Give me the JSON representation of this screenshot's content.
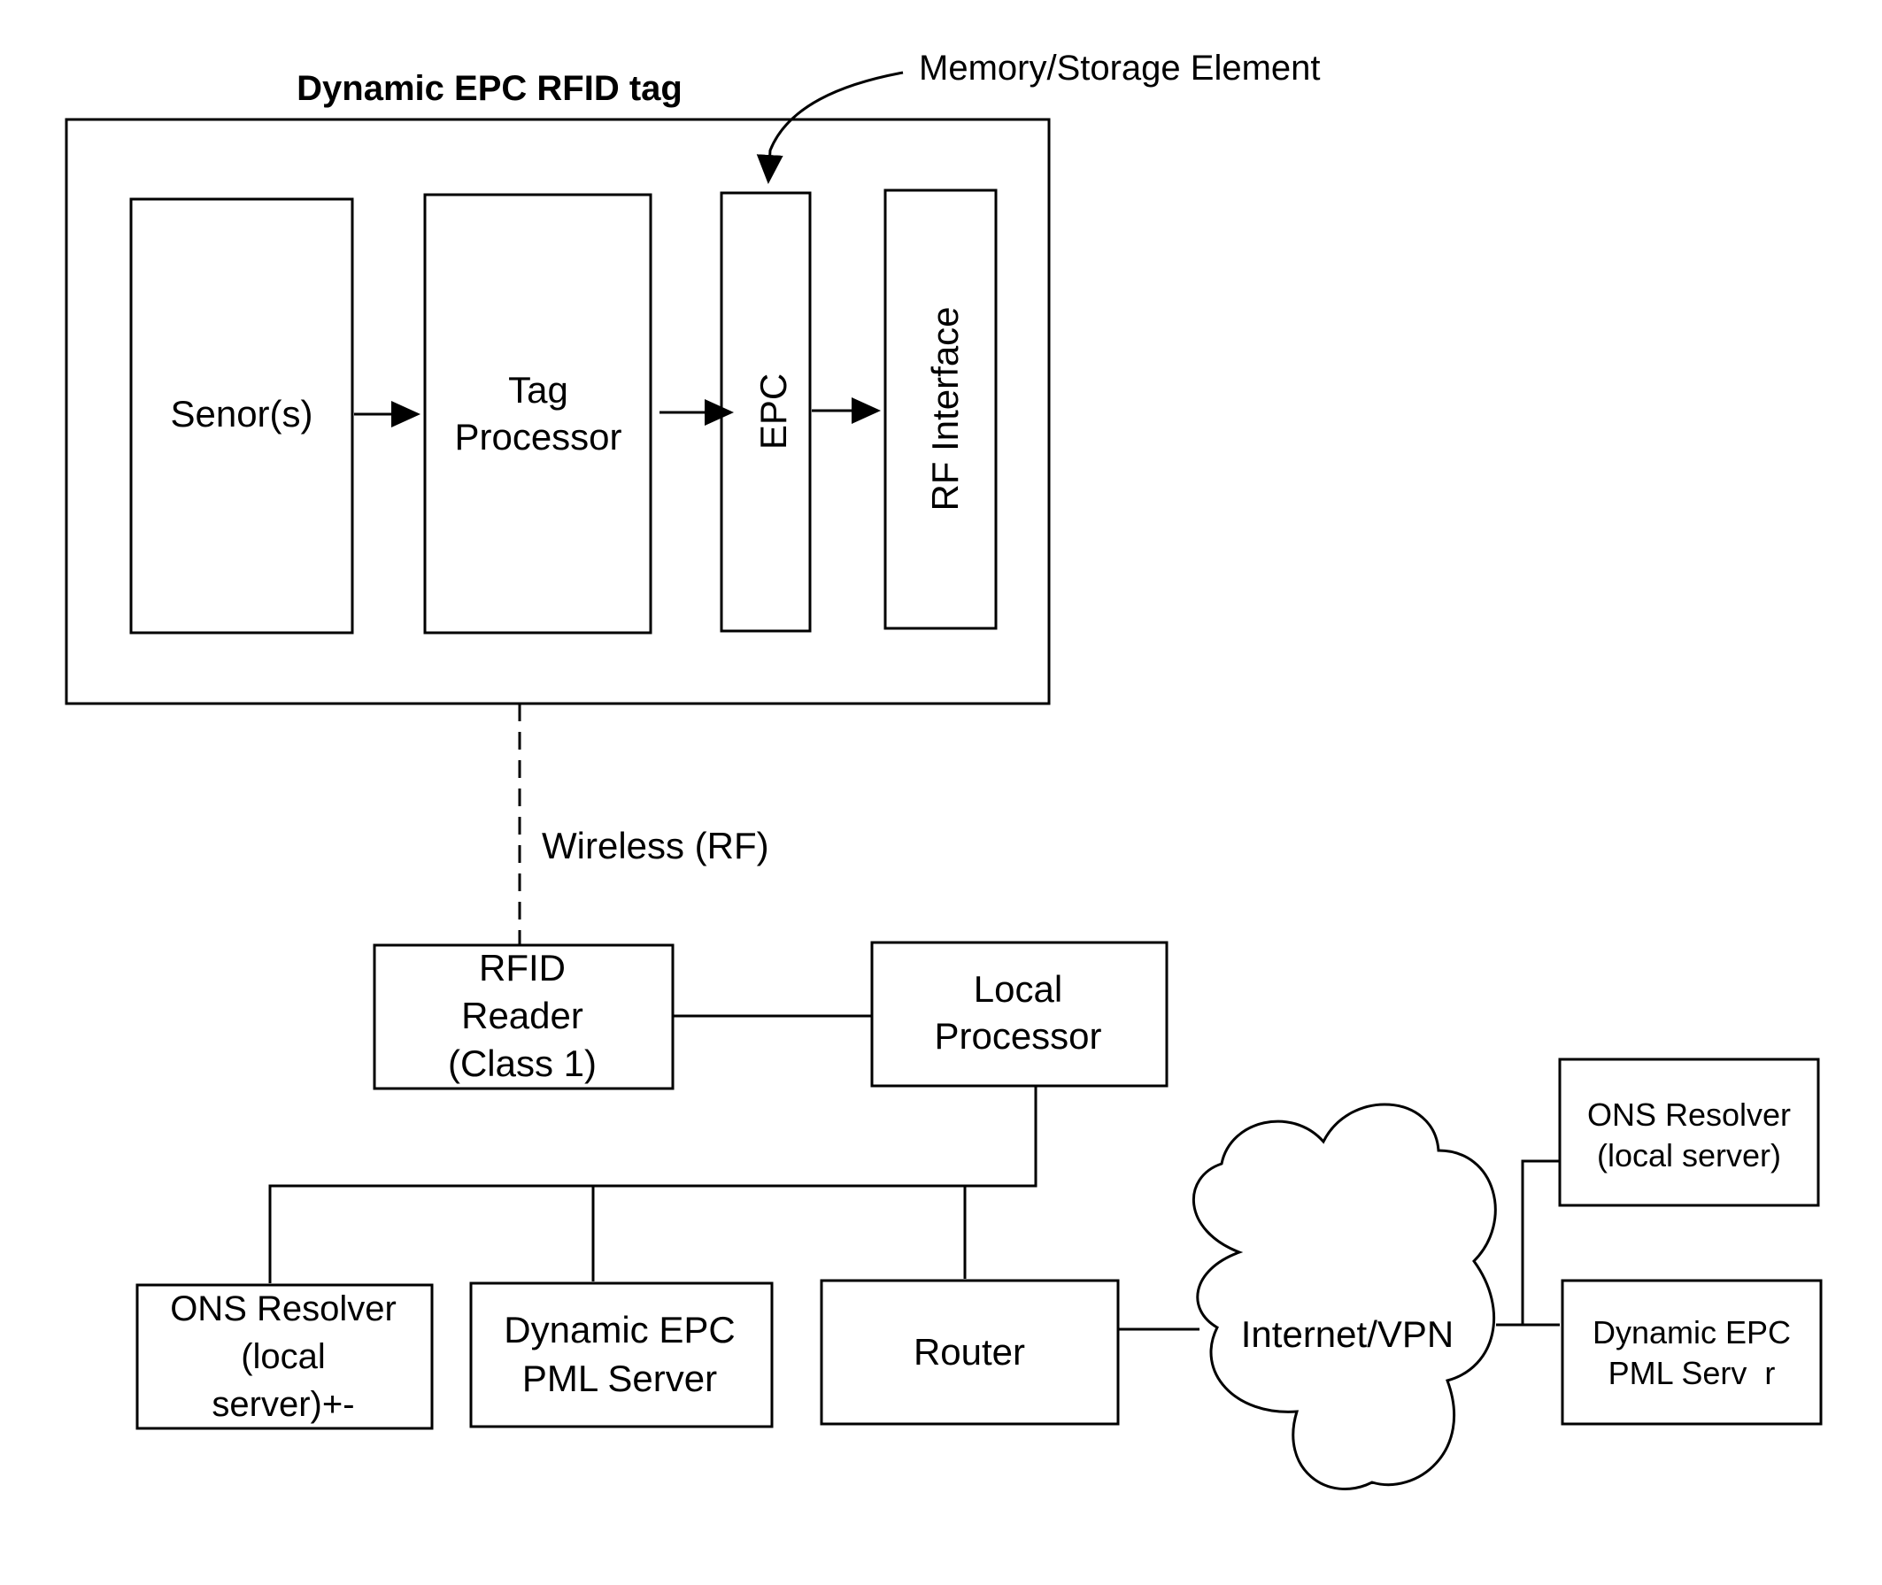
{
  "tag": {
    "title": "Dynamic EPC RFID tag",
    "memory_label": "Memory/Storage Element",
    "sensors": "Senor(s)",
    "processor_line1": "Tag",
    "processor_line2": "Processor",
    "epc": "EPC",
    "rf_interface": "RF Interface"
  },
  "link": {
    "wireless": "Wireless (RF)"
  },
  "reader": {
    "line1": "RFID",
    "line2": "Reader",
    "line3": "(Class 1)"
  },
  "local_processor": {
    "line1": "Local",
    "line2": "Processor"
  },
  "ons_local": {
    "line1": "ONS Resolver",
    "line2": "(local",
    "line3": "server)+-"
  },
  "pml_local": {
    "line1": "Dynamic EPC",
    "line2": "PML Server"
  },
  "router": {
    "label": "Router"
  },
  "internet": {
    "label": "Internet/VPN"
  },
  "ons_remote": {
    "line1": "ONS Resolver",
    "line2": "(local server)"
  },
  "pml_remote": {
    "line1": "Dynamic EPC",
    "line2": "PML Serv  r"
  }
}
